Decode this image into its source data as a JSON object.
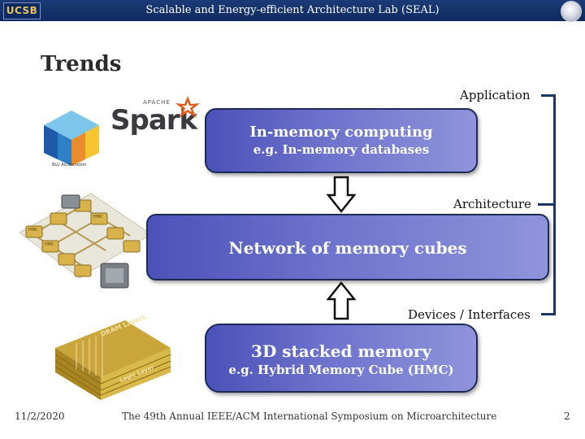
{
  "header": {
    "logo_text": "UCSB",
    "title": "Scalable and Energy-efficient Architecture Lab (SEAL)"
  },
  "slide": {
    "title": "Trends",
    "layers": {
      "application": "Application",
      "architecture": "Architecture",
      "devices": "Devices / Interfaces"
    },
    "boxes": {
      "application": {
        "main": "In-memory computing",
        "sub": "e.g. In-memory databases"
      },
      "architecture": {
        "main": "Network of memory cubes"
      },
      "devices": {
        "main": "3D stacked memory",
        "sub": "e.g. Hybrid Memory Cube (HMC)"
      }
    },
    "images": {
      "spark_small": "APACHE",
      "spark_big": "Spark",
      "blu": "BLU Acceleration",
      "hmc_node": "HMC",
      "dram_label": "DRAM Layers",
      "logic_label": "Logic Layer"
    }
  },
  "footer": {
    "date": "11/2/2020",
    "conference": "The 49th Annual IEEE/ACM International Symposium on Microarchitecture",
    "page": "2"
  }
}
